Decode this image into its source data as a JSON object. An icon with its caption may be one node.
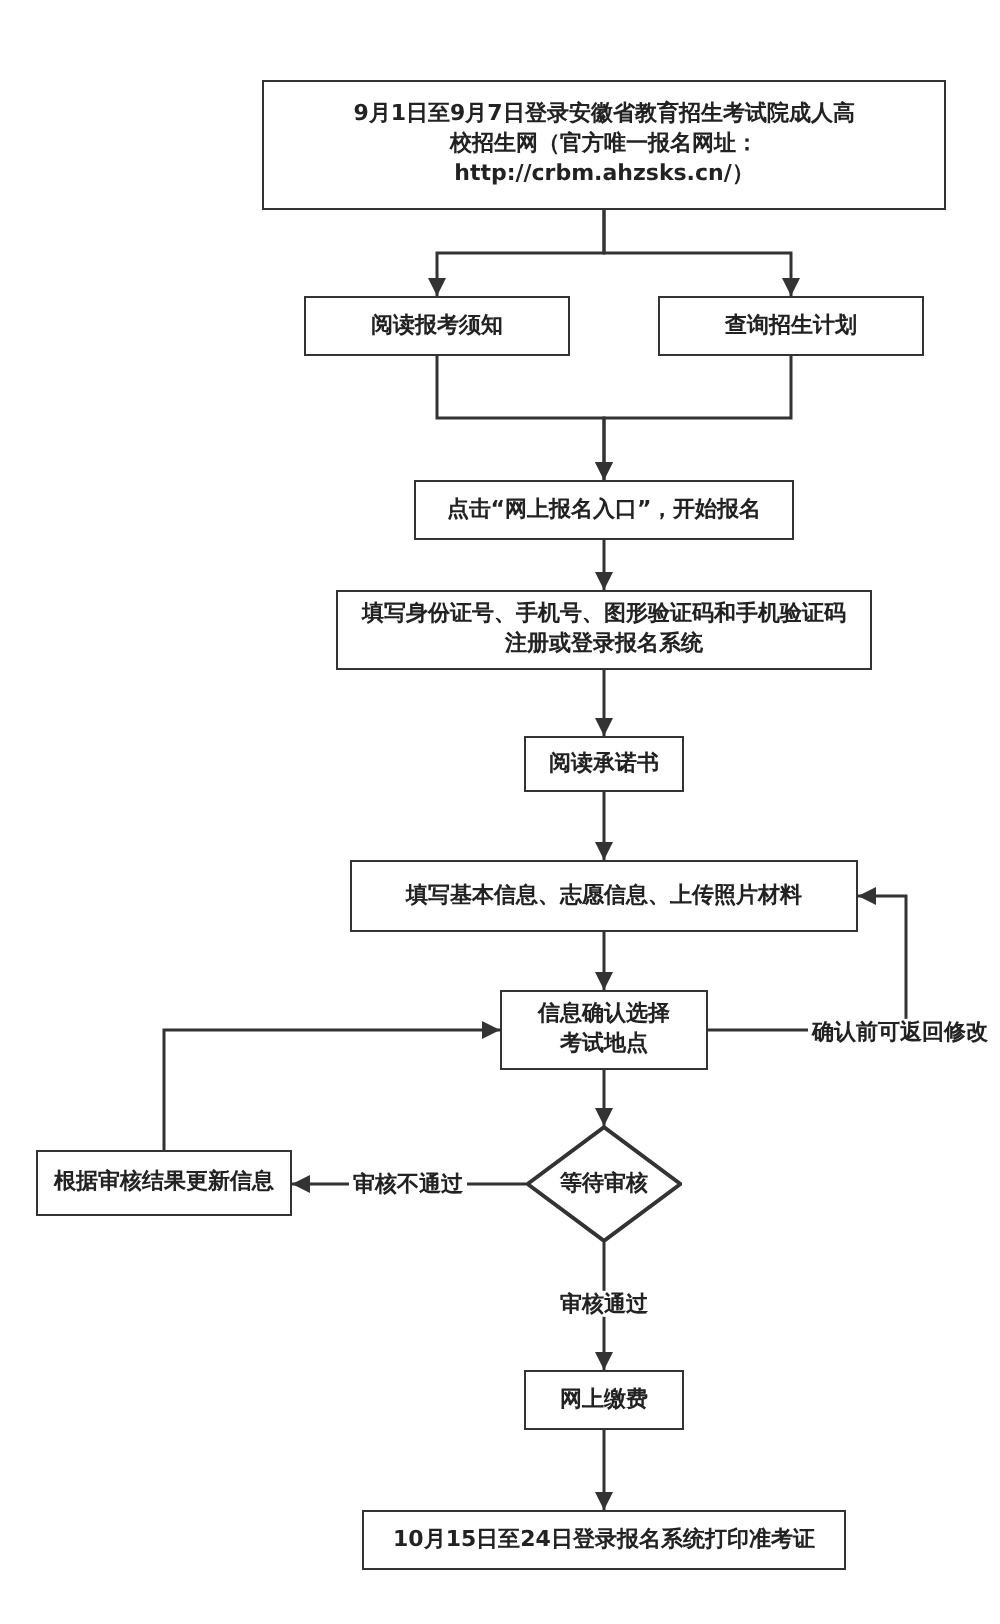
{
  "diagram": {
    "nodes": [
      {
        "text": [
          "9月1日至9月7日登录安徽省教育招生考试院成人高校招生网（官方唯一报名网址：http://crbm.ahzsks.cn/）"
        ]
      },
      {
        "text": [
          "阅读报考须知"
        ]
      },
      {
        "text": [
          "查询招生计划"
        ]
      },
      {
        "text": [
          "点击“网上报名入口”，开始报名"
        ]
      },
      {
        "text": [
          "填写身份证号、手机号、图形验证码和手机验证码注册或登录报名系统"
        ]
      },
      {
        "text": [
          "阅读承诺书"
        ]
      },
      {
        "text": [
          "填写基本信息、志愿信息、上传照片材料"
        ]
      },
      {
        "text": [
          "信息确认选择考试地点"
        ]
      },
      {
        "text": [
          "等待审核"
        ]
      },
      {
        "text": [
          "根据审核结果更新信息"
        ]
      },
      {
        "text": [
          "网上缴费"
        ]
      },
      {
        "text": [
          "10月15日至24日登录报名系统打印准考证"
        ]
      }
    ],
    "edges": [
      {
        "from": 0,
        "to": 1,
        "arrow": "to"
      },
      {
        "from": 0,
        "to": 2,
        "arrow": "to"
      },
      {
        "from": 1,
        "to": 3,
        "arrow": "to"
      },
      {
        "from": 2,
        "to": 3,
        "arrow": "to"
      },
      {
        "from": 3,
        "to": 4,
        "arrow": "to"
      },
      {
        "from": 4,
        "to": 5,
        "arrow": "to"
      },
      {
        "from": 5,
        "to": 6,
        "arrow": "to"
      },
      {
        "from": 6,
        "to": 7,
        "arrow": "to"
      },
      {
        "from": 7,
        "to": 6,
        "arrow": "to",
        "label": "确认前可返回修改"
      },
      {
        "from": 7,
        "to": 8,
        "arrow": "to"
      },
      {
        "from": 8,
        "to": 9,
        "arrow": "to",
        "label": "审核不通过"
      },
      {
        "from": 9,
        "to": 7,
        "arrow": "to"
      },
      {
        "from": 8,
        "to": 10,
        "arrow": "to",
        "label": "审核通过"
      },
      {
        "from": 10,
        "to": 11,
        "arrow": "to"
      }
    ]
  }
}
